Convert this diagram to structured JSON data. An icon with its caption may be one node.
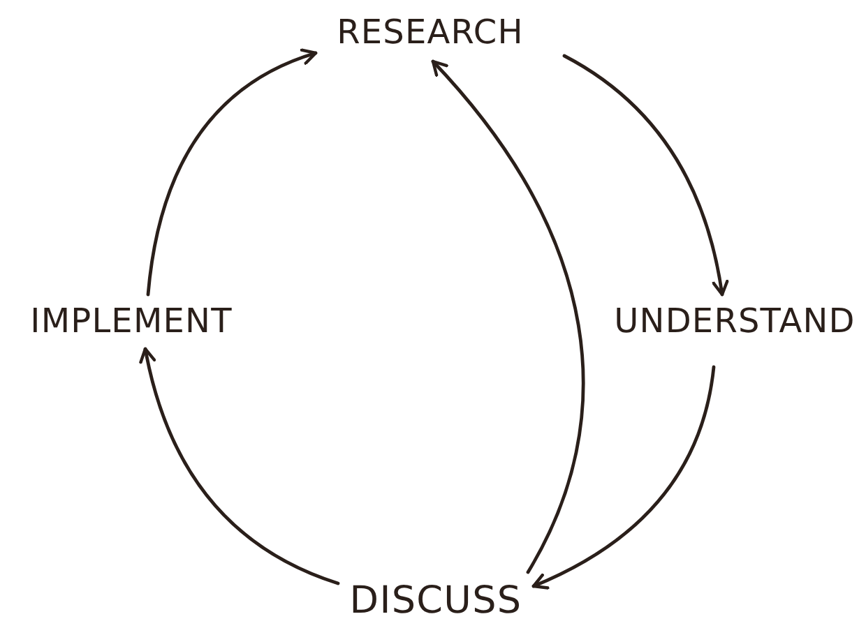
{
  "diagram": {
    "nodes": [
      {
        "text": [
          "RESEARCH"
        ]
      },
      {
        "text": [
          "UNDERSTAND"
        ]
      },
      {
        "text": [
          "DISCUSS"
        ]
      },
      {
        "text": [
          "IMPLEMENT"
        ]
      }
    ],
    "edges": [
      {
        "from": 0,
        "to": 1,
        "arrow": "to"
      },
      {
        "from": 1,
        "to": 2,
        "arrow": "to"
      },
      {
        "from": 2,
        "to": 3,
        "arrow": "to"
      },
      {
        "from": 3,
        "to": 0,
        "arrow": "to"
      },
      {
        "from": 2,
        "to": 0,
        "arrow": "to"
      }
    ]
  }
}
